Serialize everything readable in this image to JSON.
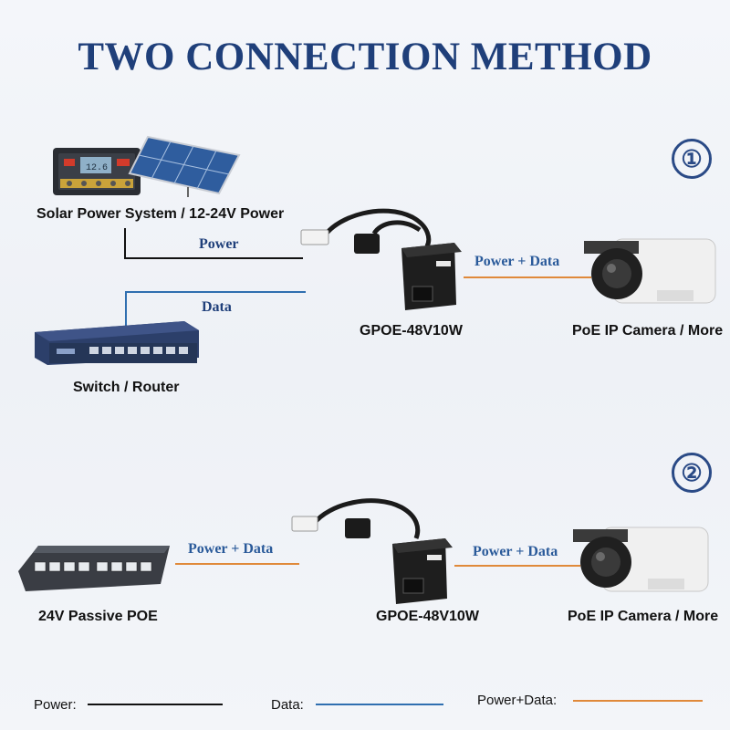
{
  "title": "TWO CONNECTION METHOD",
  "method1": {
    "number": "①",
    "source_label": "Solar Power System / 12-24V Power",
    "power_line_label": "Power",
    "data_line_label": "Data",
    "switch_label": "Switch / Router",
    "device_label": "GPOE-48V10W",
    "output_line_label": "Power + Data",
    "camera_label": "PoE IP Camera / More"
  },
  "method2": {
    "number": "②",
    "source_label": "24V Passive POE",
    "input_line_label": "Power + Data",
    "device_label": "GPOE-48V10W",
    "output_line_label": "Power + Data",
    "camera_label": "PoE IP Camera / More"
  },
  "legend": {
    "power_label": "Power:",
    "data_label": "Data:",
    "power_data_label": "Power+Data:"
  },
  "colors": {
    "title": "#1f3f7a",
    "power_line": "#111111",
    "data_line": "#2f6fb0",
    "power_data_line": "#e0893a"
  },
  "icons": {
    "solar_controller": "solar-charge-controller-icon",
    "solar_panel": "solar-panel-icon",
    "network_switch": "network-switch-icon",
    "poe_splitter": "poe-splitter-icon",
    "ip_camera": "ip-camera-icon",
    "passive_poe_switch": "passive-poe-switch-icon"
  }
}
